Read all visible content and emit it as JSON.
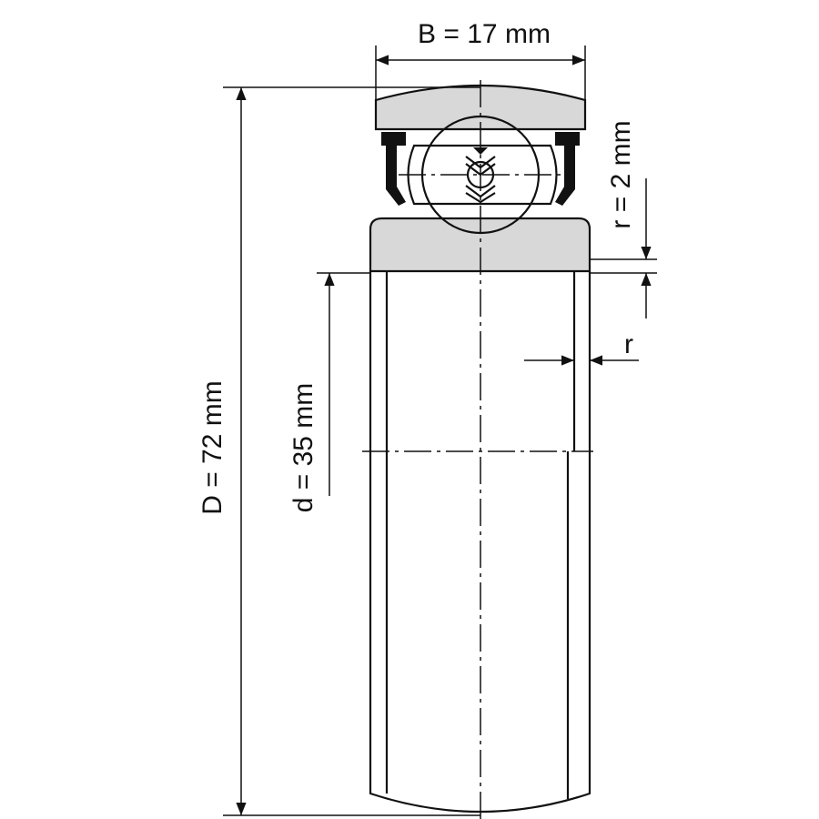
{
  "labels": {
    "width": "B = 17 mm",
    "outer_diameter": "D = 72 mm",
    "inner_diameter": "d = 35 mm",
    "radius_value": "r = 2 mm",
    "radius_short": "r"
  },
  "colors": {
    "line": "#111111",
    "ring_fill": "#d8d8d8",
    "background": "#ffffff"
  }
}
